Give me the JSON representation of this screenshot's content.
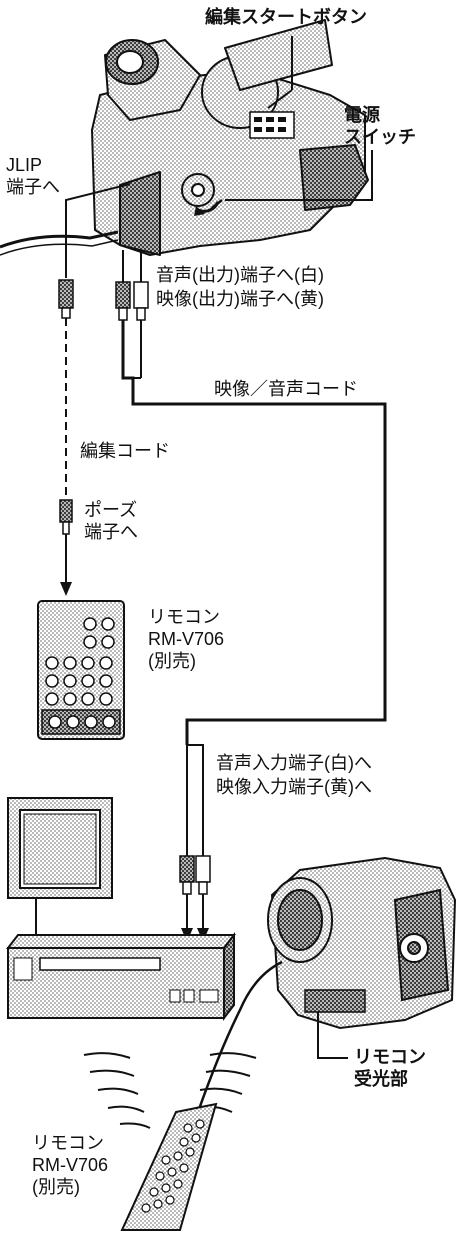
{
  "labels": {
    "edit_start_button": "編集スタートボタン",
    "power_switch_1": "電源",
    "power_switch_2": "スイッチ",
    "jlip_1": "JLIP",
    "jlip_2": "端子へ",
    "audio_out": "音声(出力)端子へ(白)",
    "video_out": "映像(出力)端子へ(黄)",
    "av_cord": "映像／音声コード",
    "edit_cord": "編集コード",
    "pause_1": "ポーズ",
    "pause_2": "端子へ",
    "remote_top_1": "リモコン",
    "remote_top_2": "RM-V706",
    "remote_top_3": "(別売)",
    "audio_in": "音声入力端子(白)へ",
    "video_in": "映像入力端子(黄)へ",
    "sensor_1": "リモコン",
    "sensor_2": "受光部",
    "remote_bottom_1": "リモコン",
    "remote_bottom_2": "RM-V706",
    "remote_bottom_3": "(別売)"
  },
  "colors": {
    "ink": "#111111",
    "tone": "#cfcfcf",
    "tone_dark": "#9a9a9a",
    "paper": "#ffffff"
  }
}
